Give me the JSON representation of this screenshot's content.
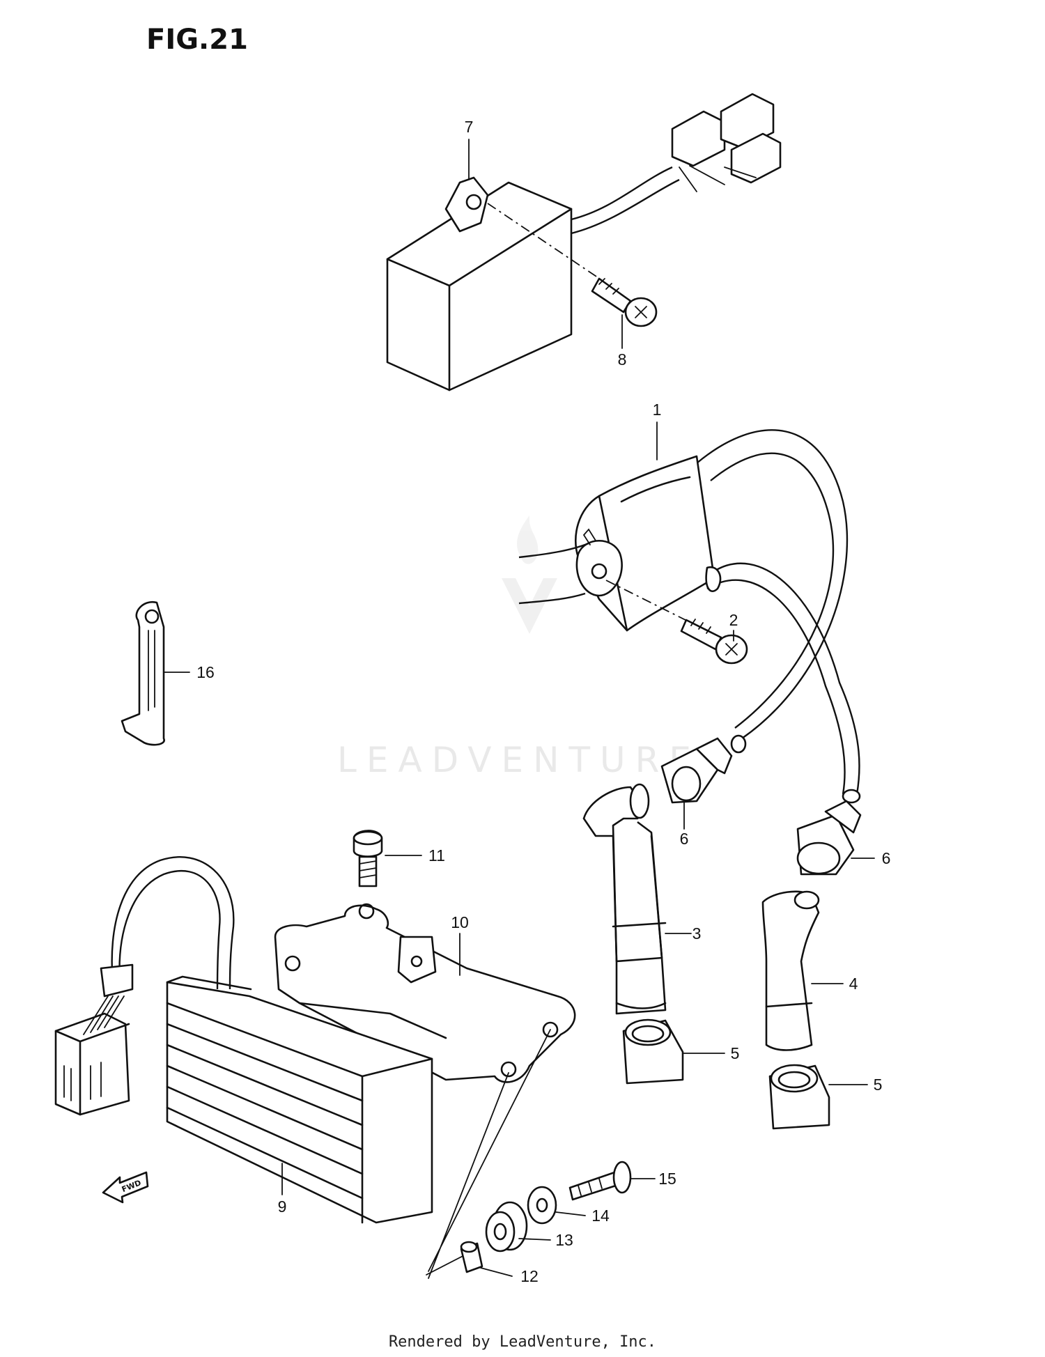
{
  "figure": {
    "title": "FIG.21",
    "watermark": "LEADVENTURE",
    "footer": "Rendered by LeadVenture, Inc."
  },
  "callouts": {
    "c1": "1",
    "c2": "2",
    "c3": "3",
    "c4": "4",
    "c5a": "5",
    "c5b": "5",
    "c6a": "6",
    "c6b": "6",
    "c7": "7",
    "c8": "8",
    "c9": "9",
    "c10": "10",
    "c11": "11",
    "c12": "12",
    "c13": "13",
    "c14": "14",
    "c15": "15",
    "c16": "16"
  },
  "front_arrow": {
    "label": "FWD",
    "icon": "front-direction-arrow-icon"
  },
  "colors": {
    "line": "#111111",
    "background": "#ffffff",
    "watermark": "#e9e9e9"
  }
}
